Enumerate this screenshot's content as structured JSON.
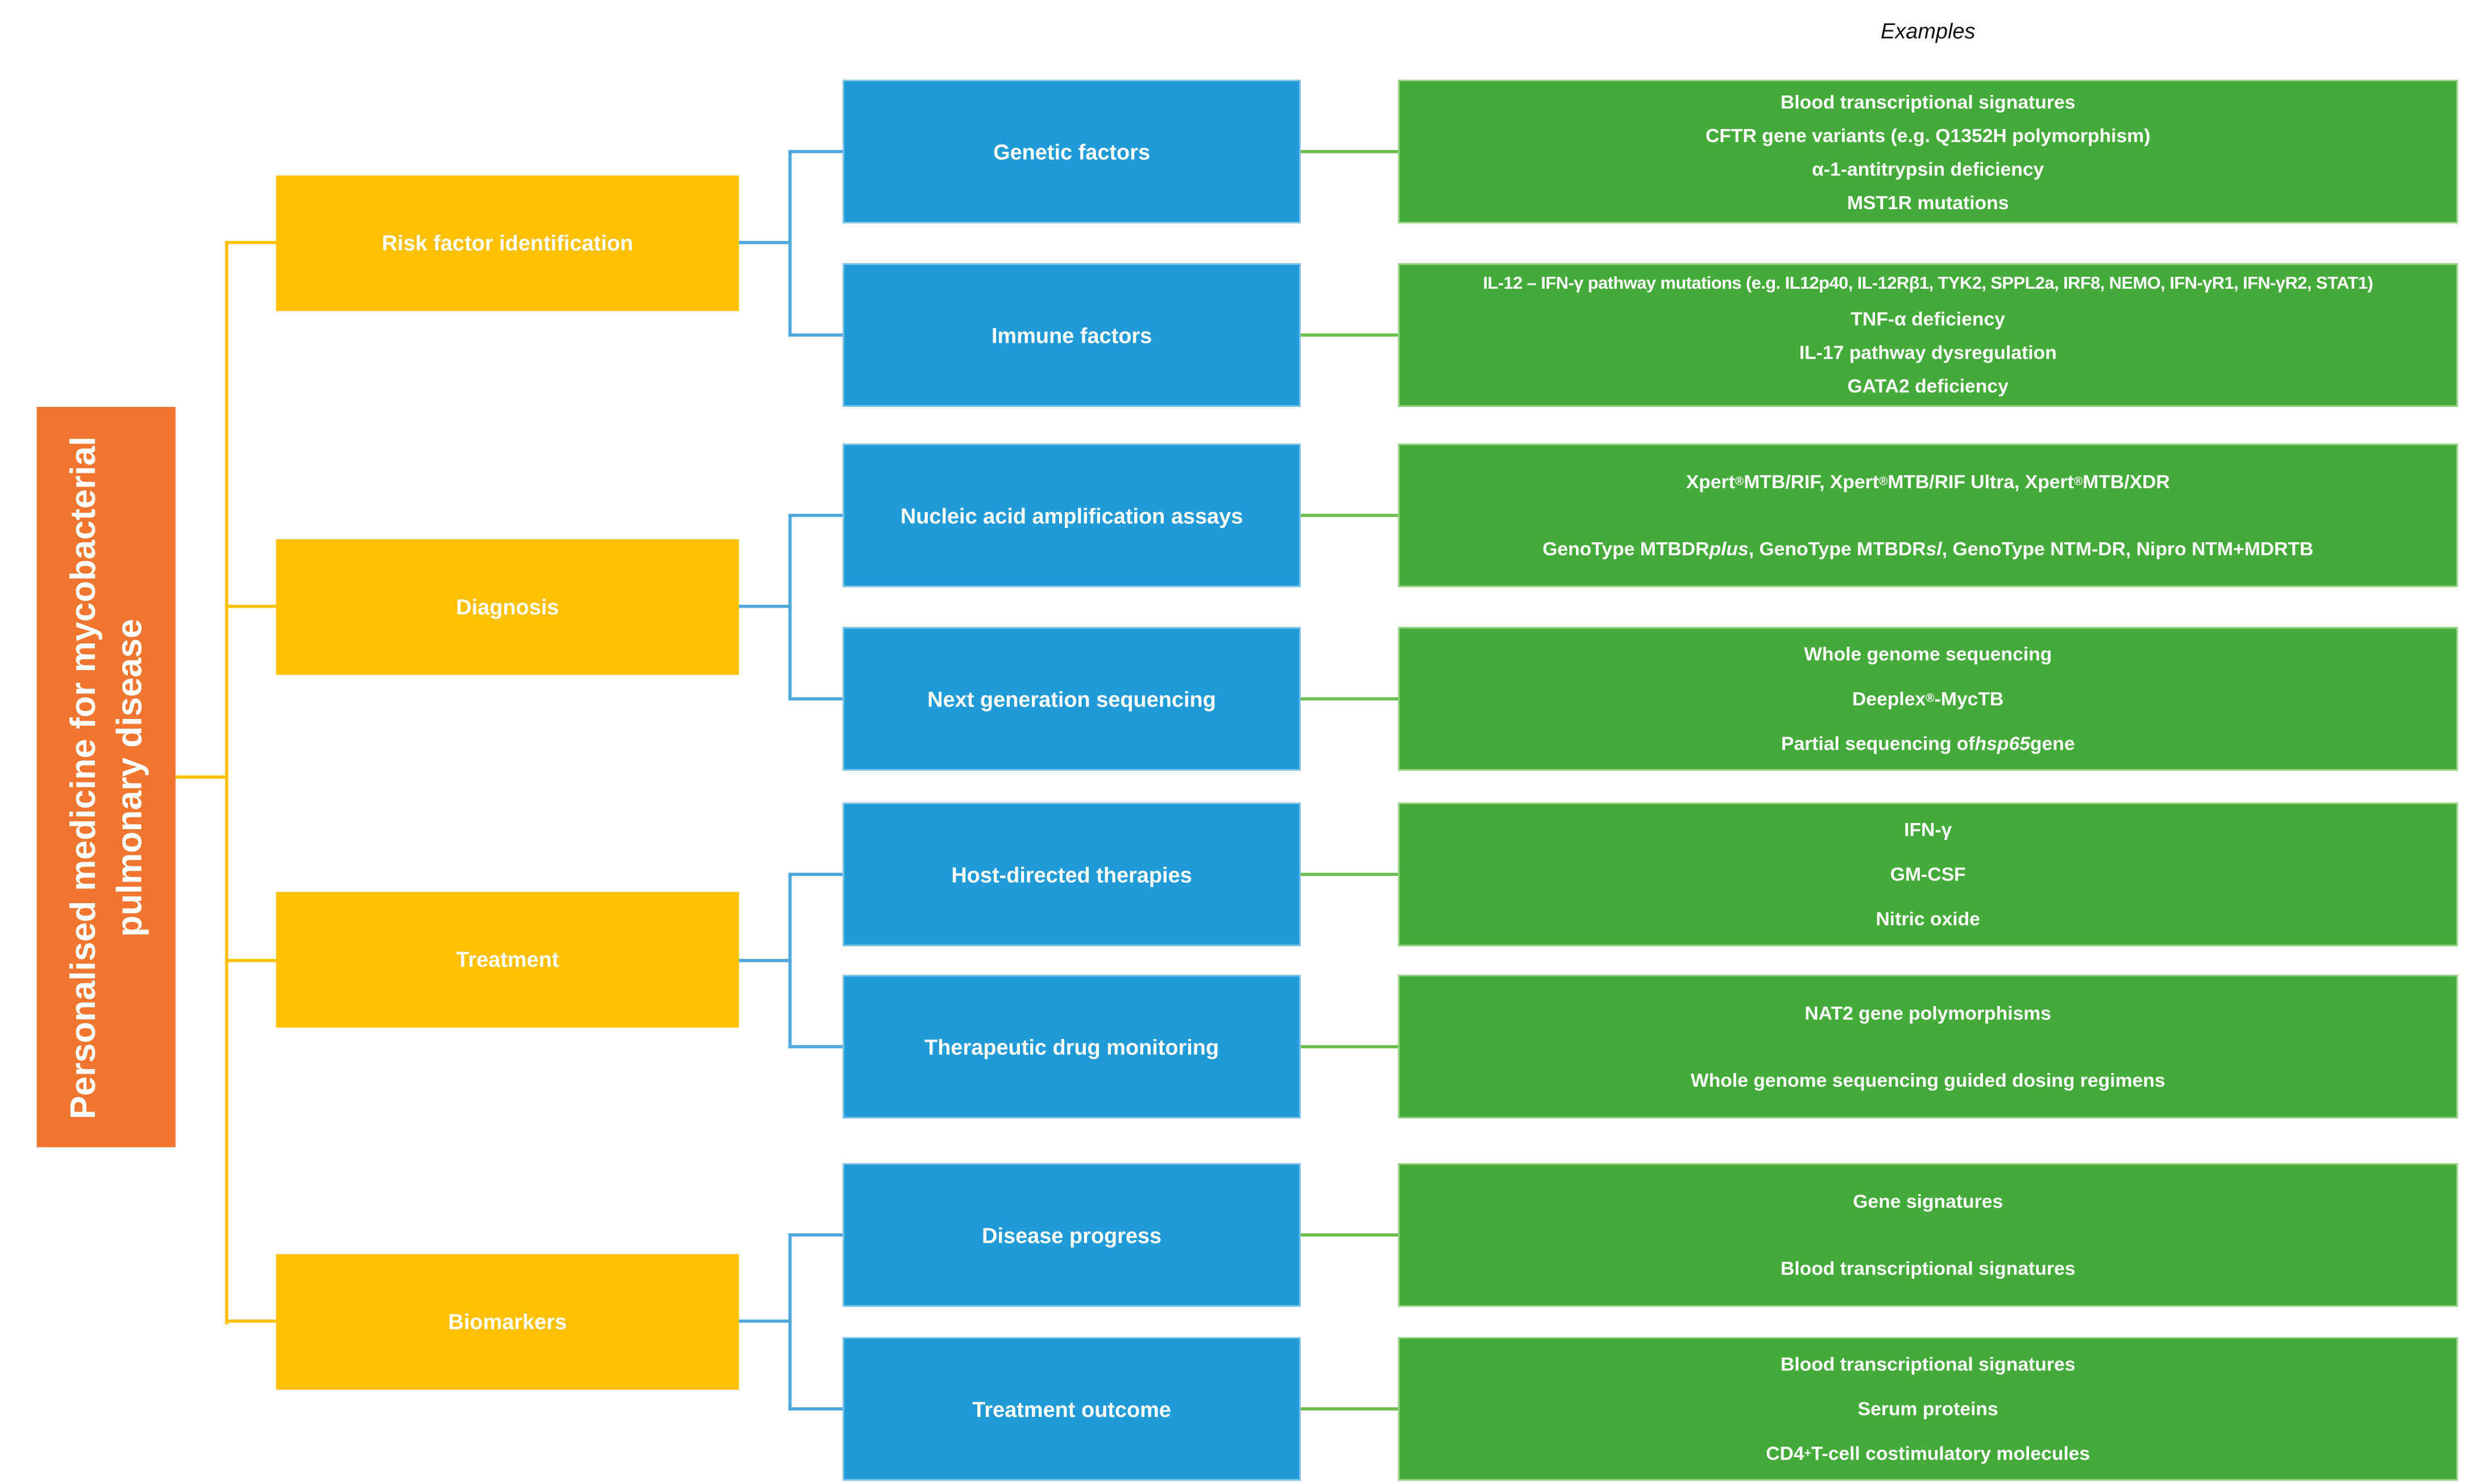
{
  "examples_header": "Examples",
  "root_label": "Personalised medicine for mycobacterial pulmonary disease",
  "colors": {
    "orange": "#F0752E",
    "gold": "#FFC000",
    "blue": "#209BD8",
    "blue-border": "#7EC3E8",
    "green": "#44AB3B",
    "green-border": "#94D284",
    "connector-gold": "#FFC000",
    "connector-blue": "#4FA8DC",
    "connector-green": "#6CBE4B",
    "ink": "#111111"
  },
  "categories": [
    {
      "label": "Risk factor identification",
      "children": [
        {
          "label": "Genetic factors",
          "examples": [
            "Blood transcriptional signatures",
            "CFTR gene variants (e.g. Q1352H polymorphism)",
            "α-1-antitrypsin deficiency",
            "MST1R mutations"
          ]
        },
        {
          "label": "Immune factors",
          "examples": [
            "IL-12 – IFN-γ pathway mutations (e.g. IL12p40, IL-12Rβ1, TYK2, SPPL2a, IRF8, NEMO, IFN-γR1, IFN-γR2, STAT1)",
            "TNF-α deficiency",
            "IL-17 pathway dysregulation",
            "GATA2 deficiency"
          ]
        }
      ]
    },
    {
      "label": "Diagnosis",
      "children": [
        {
          "label": "Nucleic acid amplification assays",
          "examples": [
            "Xpert^®^ MTB/RIF, Xpert^®^ MTB/RIF Ultra, Xpert^®^ MTB/XDR",
            "GenoType MTBDR*plus*, GenoType MTBDR*sl*, GenoType NTM-DR, Nipro NTM+MDRTB"
          ]
        },
        {
          "label": "Next generation sequencing",
          "examples": [
            "Whole genome sequencing",
            "Deeplex^®^-MycTB",
            "Partial sequencing of *hsp65* gene"
          ]
        }
      ]
    },
    {
      "label": "Treatment",
      "children": [
        {
          "label": "Host-directed therapies",
          "examples": [
            "IFN-γ",
            "GM-CSF",
            "Nitric oxide"
          ]
        },
        {
          "label": "Therapeutic drug monitoring",
          "examples": [
            "NAT2 gene polymorphisms",
            "Whole genome sequencing guided dosing regimens"
          ]
        }
      ]
    },
    {
      "label": "Biomarkers",
      "children": [
        {
          "label": "Disease progress",
          "examples": [
            "Gene signatures",
            "Blood transcriptional signatures"
          ]
        },
        {
          "label": "Treatment outcome",
          "examples": [
            "Blood transcriptional signatures",
            "Serum proteins",
            "CD4^+^ T-cell costimulatory molecules"
          ]
        }
      ]
    }
  ]
}
